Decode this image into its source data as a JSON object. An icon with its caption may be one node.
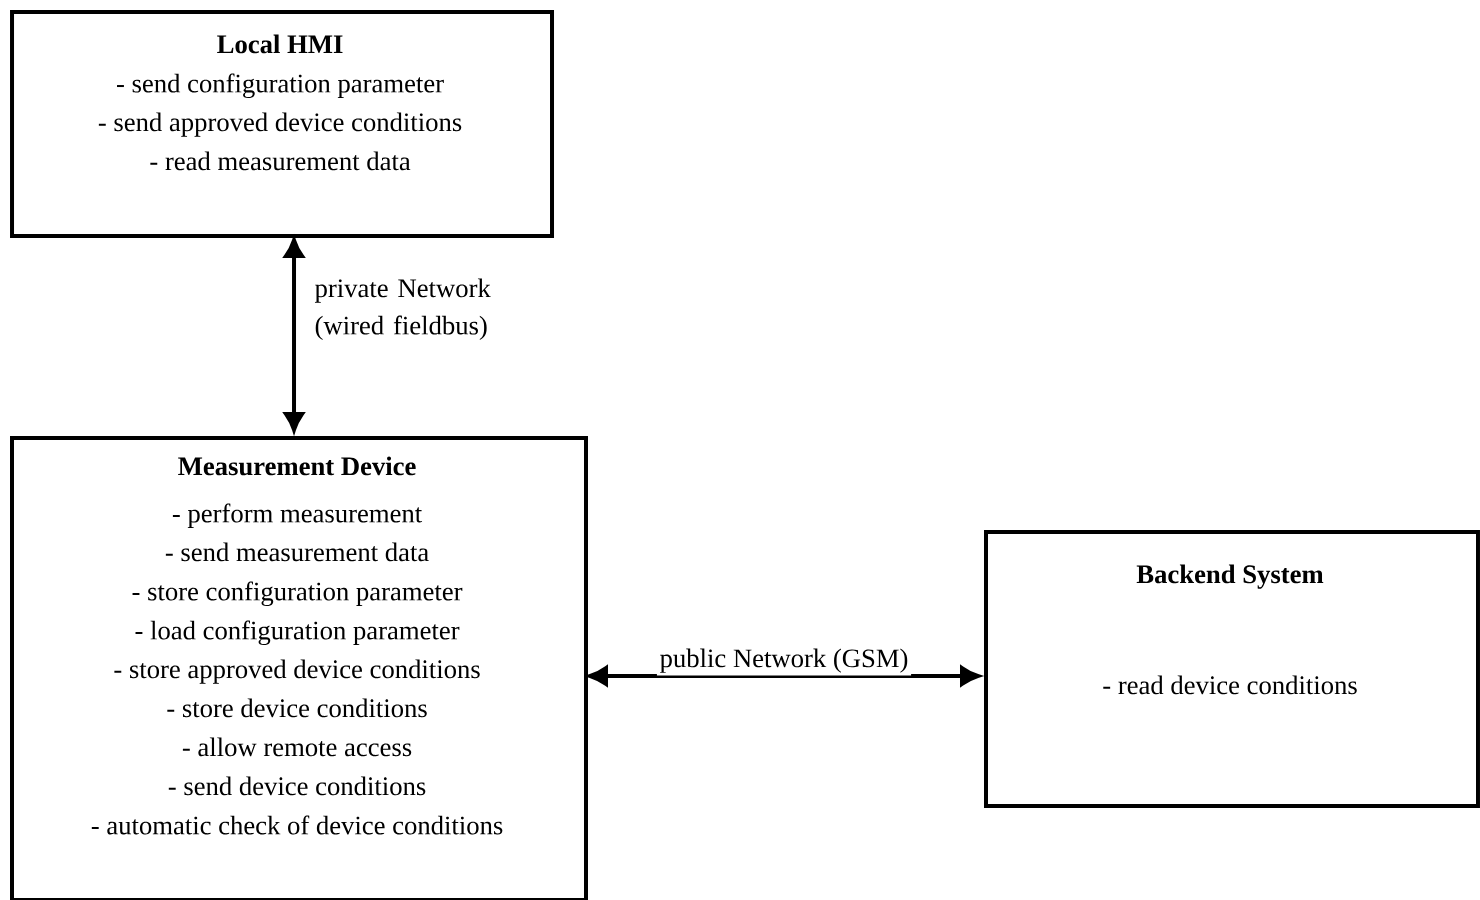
{
  "diagram": {
    "nodes": [
      {
        "text": [
          "Local HMI",
          "- send configuration parameter",
          "- send approved device conditions",
          "- read measurement data"
        ]
      },
      {
        "text": [
          "Measurement Device",
          "- perform measurement",
          "- send measurement data",
          "- store configuration parameter",
          "- load configuration parameter",
          "- store approved device conditions",
          "- store device conditions",
          "- allow remote access",
          "- send device conditions",
          "- automatic check of device conditions"
        ]
      },
      {
        "text": [
          "Backend System",
          "- read device conditions"
        ]
      }
    ],
    "edges": [
      {
        "from": 0,
        "to": 1,
        "arrow": "both",
        "label": "private Network (wired fieldbus)"
      },
      {
        "from": 1,
        "to": 2,
        "arrow": "both",
        "label": "public Network (GSM)"
      }
    ]
  }
}
